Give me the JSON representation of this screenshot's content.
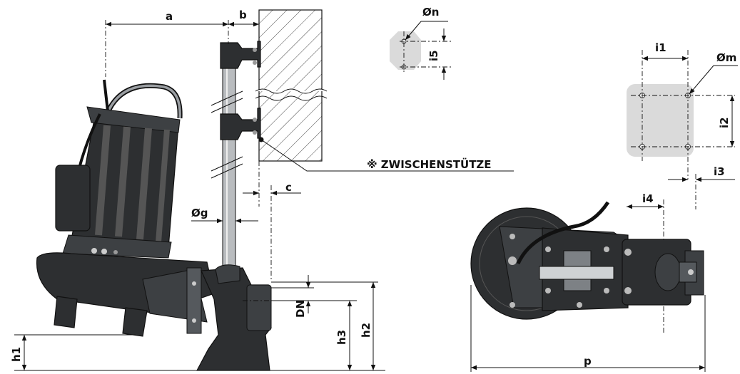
{
  "labels": {
    "a": "a",
    "b": "b",
    "c": "c",
    "n_dia": "Øn",
    "i5": "i5",
    "i1": "i1",
    "m_dia": "Øm",
    "i2": "i2",
    "i3": "i3",
    "i4": "i4",
    "g_dia": "Øg",
    "dn": "DN",
    "h1": "h1",
    "h2": "h2",
    "h3": "h3",
    "p": "p",
    "intermediate_support": "※ ZWISCHENSTÜTZE"
  },
  "colors": {
    "pump_body": "#2d2f31",
    "plate": "#dadada"
  }
}
